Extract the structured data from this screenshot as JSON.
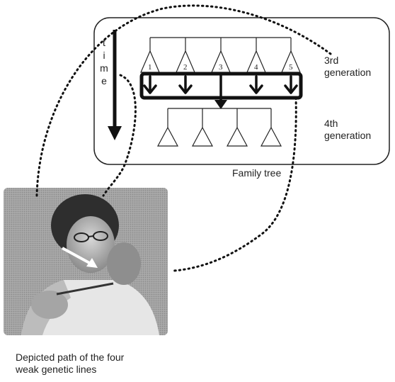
{
  "time_label": [
    "t",
    "i",
    "m",
    "e"
  ],
  "generation_3": {
    "line1": "3rd",
    "line2": "generation"
  },
  "generation_4": {
    "line1": "4th",
    "line2": "generation"
  },
  "family_tree_caption": "Family tree",
  "photo_caption": {
    "line1": "Depicted path of the four",
    "line2": "weak genetic lines"
  },
  "third_gen_nodes": [
    "1",
    "2",
    "3",
    "4",
    "5"
  ]
}
